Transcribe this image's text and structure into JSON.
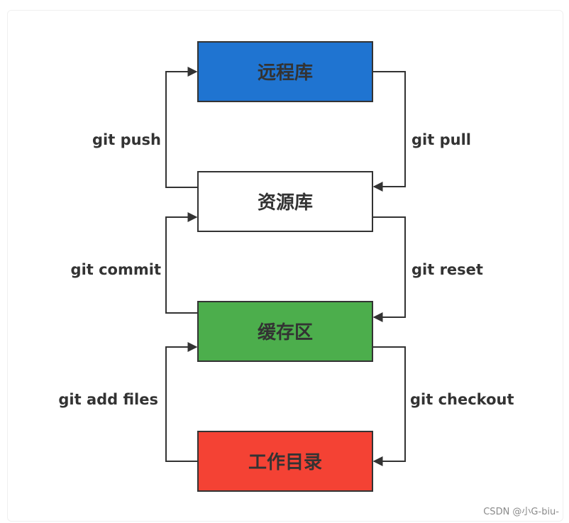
{
  "nodes": {
    "remote": {
      "label": "远程库",
      "fill": "#1f74d1"
    },
    "local": {
      "label": "资源库",
      "fill": "#ffffff"
    },
    "stage": {
      "label": "缓存区",
      "fill": "#4cae4c"
    },
    "work": {
      "label": "工作目录",
      "fill": "#f44234"
    }
  },
  "edges": {
    "push": "git push",
    "pull": "git pull",
    "commit": "git commit",
    "reset": "git reset",
    "add": "git add files",
    "checkout": "git checkout"
  },
  "watermark": "CSDN @小G-biu-",
  "colors": {
    "line": "#333333",
    "border": "#333333"
  }
}
